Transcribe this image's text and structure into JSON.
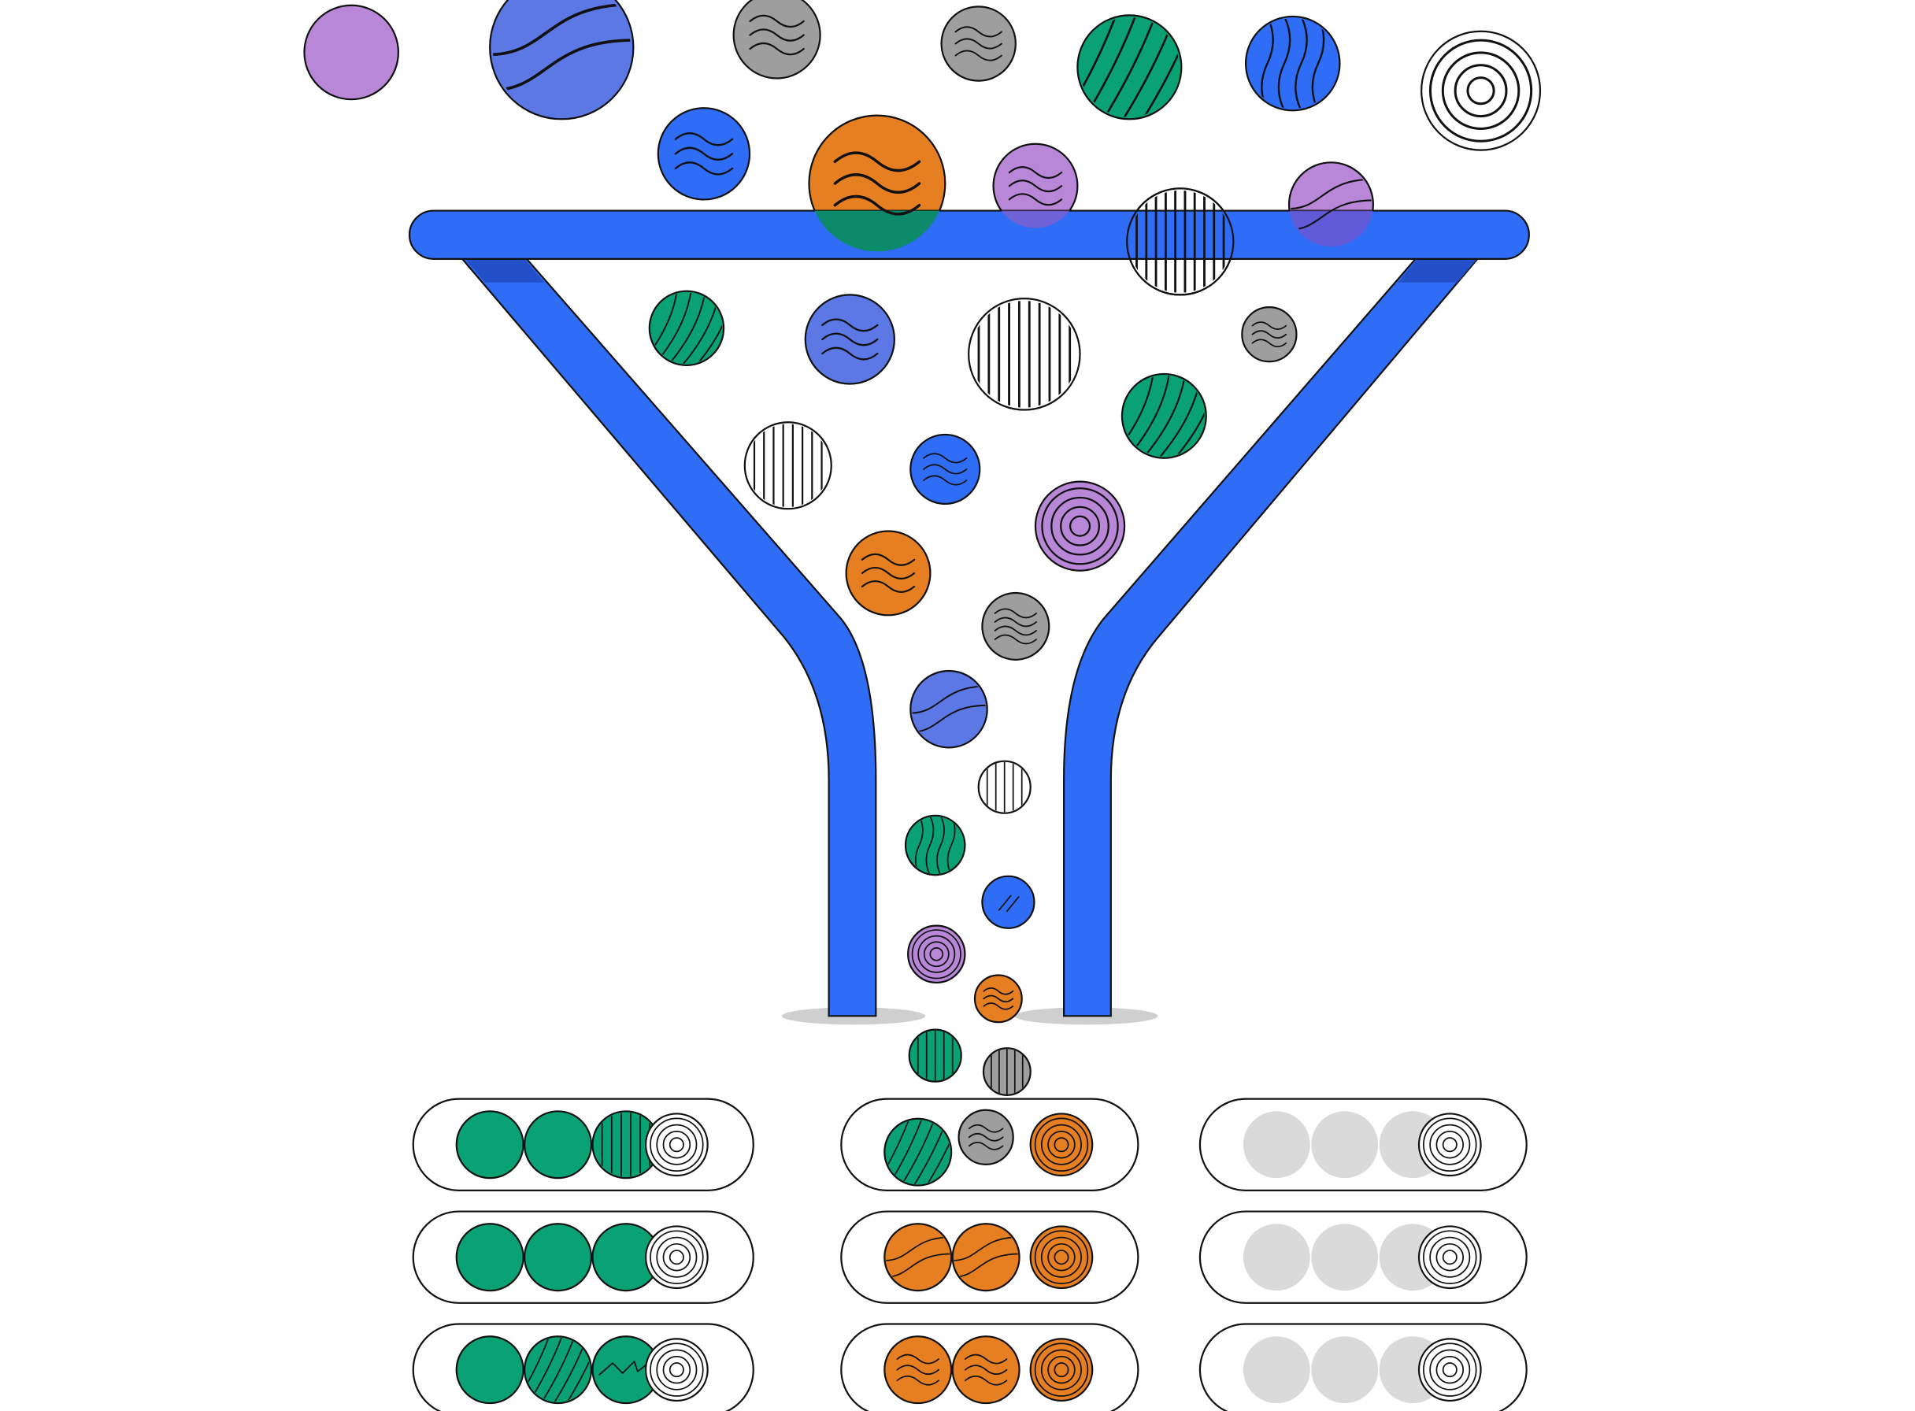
{
  "illustration": {
    "subject": "funnel",
    "colors": {
      "funnel": "#2f6df6",
      "funnel_shade": "#2350c8",
      "outline": "#111111",
      "shadow": "#cfcfcf",
      "purple": "#b887d8",
      "periwinkle": "#5c78e4",
      "blue": "#2f6df6",
      "gray": "#9e9e9e",
      "green": "#0aa274",
      "orange": "#e67e22",
      "white": "#ffffff",
      "empty_slot": "#dadada"
    },
    "balls": [
      {
        "name": "ball-purple-plain",
        "color": "purple",
        "pattern": "none"
      },
      {
        "name": "ball-periwinkle-large",
        "color": "periwinkle",
        "pattern": "s-curve"
      },
      {
        "name": "ball-gray-waves",
        "color": "gray",
        "pattern": "waves"
      },
      {
        "name": "ball-gray-waves-2",
        "color": "gray",
        "pattern": "waves"
      },
      {
        "name": "ball-green-stripes",
        "color": "green",
        "pattern": "diagonal-stripes"
      },
      {
        "name": "ball-blue-vertical-waves",
        "color": "blue",
        "pattern": "vertical-waves"
      },
      {
        "name": "ball-white-target",
        "color": "white",
        "pattern": "target"
      },
      {
        "name": "ball-blue-waves",
        "color": "blue",
        "pattern": "waves"
      },
      {
        "name": "ball-orange-large",
        "color": "orange",
        "pattern": "waves"
      },
      {
        "name": "ball-purple-waves",
        "color": "purple",
        "pattern": "waves"
      },
      {
        "name": "ball-white-vertical-lines",
        "color": "white",
        "pattern": "vertical-lines"
      },
      {
        "name": "ball-purple-wave",
        "color": "purple",
        "pattern": "s-curve"
      },
      {
        "name": "ball-green-diagonal-waves",
        "color": "green",
        "pattern": "diagonal-waves"
      },
      {
        "name": "ball-periwinkle-waves",
        "color": "periwinkle",
        "pattern": "waves"
      },
      {
        "name": "ball-white-vertical-lines-2",
        "color": "white",
        "pattern": "vertical-lines"
      },
      {
        "name": "ball-gray-small",
        "color": "gray",
        "pattern": "waves"
      },
      {
        "name": "ball-green-waves",
        "color": "green",
        "pattern": "diagonal-waves"
      },
      {
        "name": "ball-white-vertical-lines-3",
        "color": "white",
        "pattern": "vertical-lines"
      },
      {
        "name": "ball-blue-waves-2",
        "color": "blue",
        "pattern": "waves"
      },
      {
        "name": "ball-purple-target",
        "color": "purple",
        "pattern": "target"
      },
      {
        "name": "ball-orange-waves",
        "color": "orange",
        "pattern": "waves"
      },
      {
        "name": "ball-gray-dense-waves",
        "color": "gray",
        "pattern": "dense-waves"
      },
      {
        "name": "ball-periwinkle-s-curve",
        "color": "periwinkle",
        "pattern": "s-curve"
      },
      {
        "name": "ball-white-vertical-small",
        "color": "white",
        "pattern": "vertical-lines"
      },
      {
        "name": "ball-green-vertical-waves",
        "color": "green",
        "pattern": "vertical-waves"
      },
      {
        "name": "ball-blue-diagonal",
        "color": "blue",
        "pattern": "diagonal-dashes"
      },
      {
        "name": "ball-purple-target-small",
        "color": "purple",
        "pattern": "target"
      },
      {
        "name": "ball-orange-small",
        "color": "orange",
        "pattern": "waves"
      },
      {
        "name": "ball-green-vertical-lines",
        "color": "green",
        "pattern": "vertical-lines"
      },
      {
        "name": "ball-gray-vertical-lines",
        "color": "gray",
        "pattern": "vertical-lines"
      }
    ],
    "trays": [
      {
        "name": "tray-green-1",
        "slots": [
          {
            "color": "green",
            "pattern": "none"
          },
          {
            "color": "green",
            "pattern": "none"
          },
          {
            "color": "green",
            "pattern": "vertical-lines"
          },
          {
            "color": "white",
            "pattern": "target",
            "gap": true
          }
        ]
      },
      {
        "name": "tray-green-2",
        "slots": [
          {
            "color": "green",
            "pattern": "none"
          },
          {
            "color": "green",
            "pattern": "none"
          },
          {
            "color": "green",
            "pattern": "none"
          },
          {
            "color": "white",
            "pattern": "target",
            "gap": true
          }
        ]
      },
      {
        "name": "tray-green-3",
        "slots": [
          {
            "color": "green",
            "pattern": "none"
          },
          {
            "color": "green",
            "pattern": "diagonal-stripes"
          },
          {
            "color": "green",
            "pattern": "zigzag"
          },
          {
            "color": "white",
            "pattern": "target",
            "gap": true
          }
        ]
      },
      {
        "name": "tray-orange-1",
        "slots": [
          {
            "color": "green",
            "pattern": "diagonal-stripes",
            "offset": 1
          },
          {
            "color": "gray",
            "pattern": "waves",
            "offset": -1
          },
          {
            "color": "orange",
            "pattern": "target",
            "gap": true,
            "skip": true
          }
        ]
      },
      {
        "name": "tray-orange-2",
        "slots": [
          {
            "color": "orange",
            "pattern": "s-curve"
          },
          {
            "color": "orange",
            "pattern": "s-curve"
          },
          {
            "color": "orange",
            "pattern": "target",
            "gap": true,
            "skip": true
          }
        ]
      },
      {
        "name": "tray-orange-3",
        "slots": [
          {
            "color": "orange",
            "pattern": "waves"
          },
          {
            "color": "orange",
            "pattern": "waves"
          },
          {
            "color": "orange",
            "pattern": "target",
            "gap": true,
            "skip": true
          }
        ]
      },
      {
        "name": "tray-empty-1",
        "slots": [
          {
            "color": "empty_slot",
            "pattern": "none",
            "noStroke": true
          },
          {
            "color": "empty_slot",
            "pattern": "none",
            "noStroke": true
          },
          {
            "color": "empty_slot",
            "pattern": "none",
            "noStroke": true
          },
          {
            "color": "white",
            "pattern": "target",
            "gap": true
          }
        ]
      },
      {
        "name": "tray-empty-2",
        "slots": [
          {
            "color": "empty_slot",
            "pattern": "none",
            "noStroke": true
          },
          {
            "color": "empty_slot",
            "pattern": "none",
            "noStroke": true
          },
          {
            "color": "empty_slot",
            "pattern": "none",
            "noStroke": true
          },
          {
            "color": "white",
            "pattern": "target",
            "gap": true
          }
        ]
      },
      {
        "name": "tray-empty-3",
        "slots": [
          {
            "color": "empty_slot",
            "pattern": "none",
            "noStroke": true
          },
          {
            "color": "empty_slot",
            "pattern": "none",
            "noStroke": true
          },
          {
            "color": "empty_slot",
            "pattern": "none",
            "noStroke": true
          },
          {
            "color": "white",
            "pattern": "target",
            "gap": true
          }
        ]
      }
    ]
  }
}
